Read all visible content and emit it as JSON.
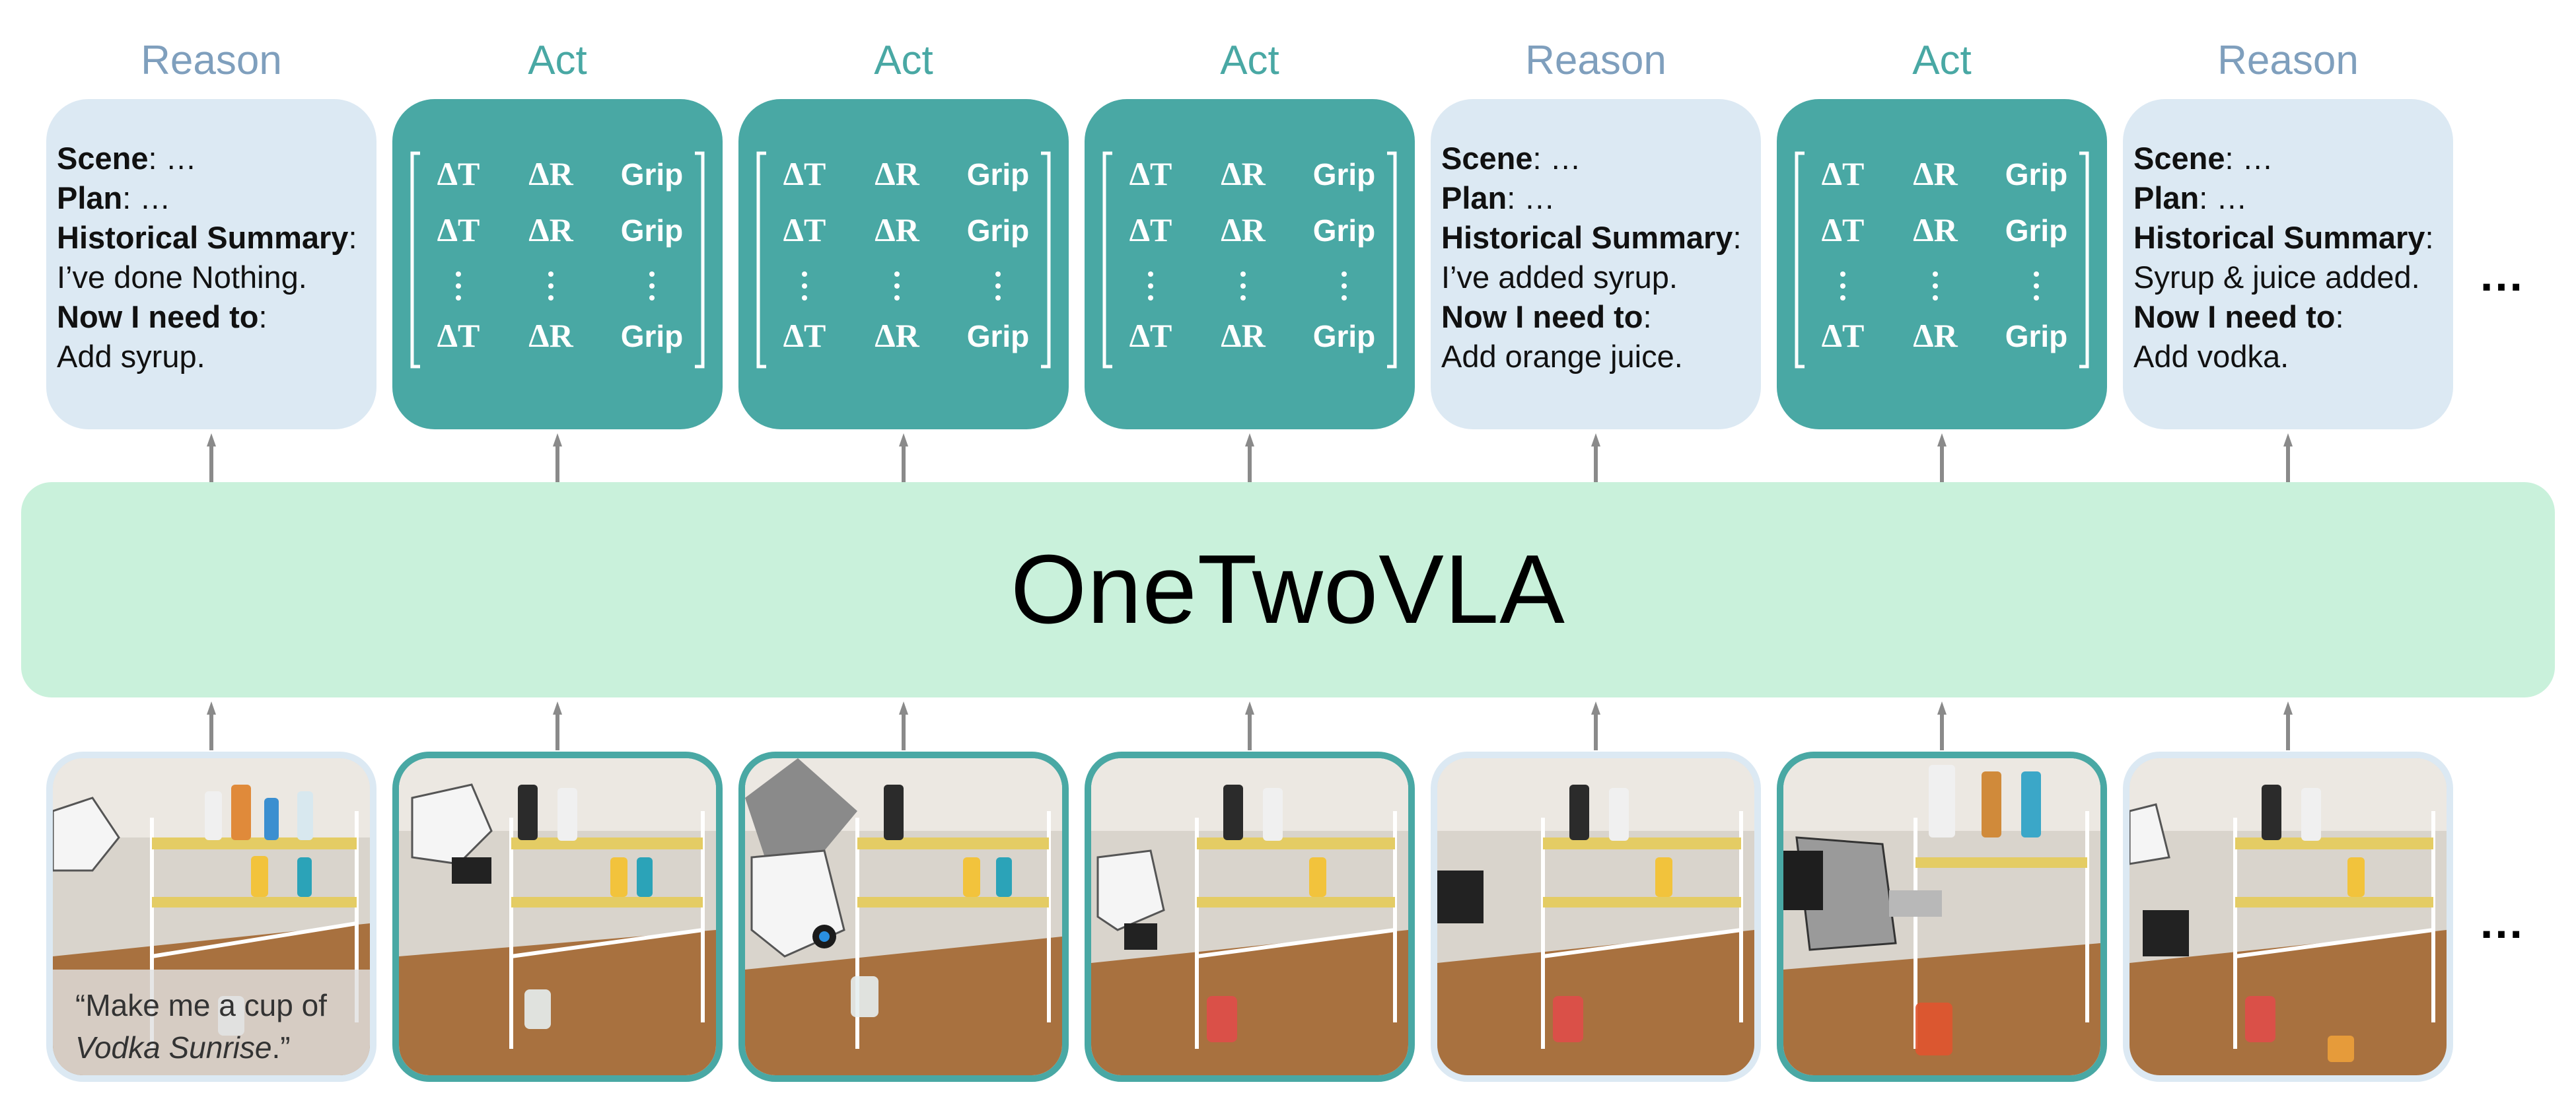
{
  "title": "OneTwoVLA",
  "reason_fields": {
    "scene": "Scene",
    "plan": "Plan",
    "history": "Historical Summary",
    "now": "Now I need to",
    "ellipsis": "…"
  },
  "action_tokens": [
    "ΔT",
    "ΔR",
    "Grip"
  ],
  "columns": [
    {
      "mode": "Reason",
      "history_text": "I’ve done Nothing.",
      "next_step": "Add syrup."
    },
    {
      "mode": "Act"
    },
    {
      "mode": "Act"
    },
    {
      "mode": "Act"
    },
    {
      "mode": "Reason",
      "history_text": "I’ve added syrup.",
      "next_step": "Add orange juice."
    },
    {
      "mode": "Act"
    },
    {
      "mode": "Reason",
      "history_text": "Syrup & juice added.",
      "next_step": "Add vodka."
    }
  ],
  "instruction": {
    "prefix": "“Make me a cup of",
    "drink": "Vodka Sunrise",
    "suffix": ".”"
  },
  "continuation": "…",
  "colors": {
    "reason_bg": "#dce9f3",
    "reason_label": "#7f9fbd",
    "act_bg": "#49a8a4",
    "vla_bg": "#c9f1db",
    "arrow": "#8a8a8a"
  }
}
